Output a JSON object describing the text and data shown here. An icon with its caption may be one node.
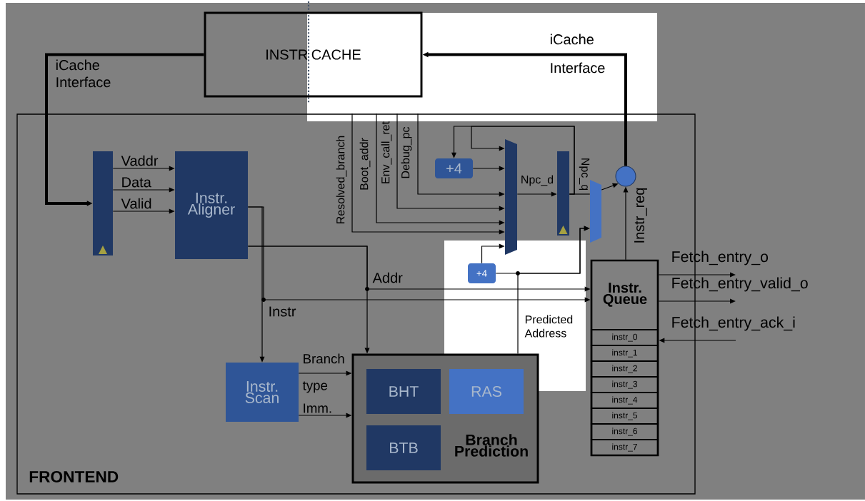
{
  "diagram": {
    "nodes": [
      {
        "text": [
          "INSTR CACHE"
        ]
      },
      {
        "text": [
          "FRONTEND"
        ]
      },
      {
        "text": [],
        "shape": "bar",
        "in": 1
      },
      {
        "text": [
          "Instr. Aligner"
        ],
        "in": 1
      },
      {
        "text": [
          "+4"
        ],
        "in": 1
      },
      {
        "text": [],
        "shape": "trapezoid",
        "in": 1
      },
      {
        "text": [],
        "shape": "bar",
        "in": 1
      },
      {
        "text": [],
        "shape": "trapezoid",
        "in": 1
      },
      {
        "text": [],
        "shape": "circle",
        "in": 1
      },
      {
        "text": [
          "+4"
        ],
        "in": 1
      },
      {
        "text": [
          "Instr. Queue"
        ],
        "in": 1
      },
      {
        "text": [
          "instr_0"
        ],
        "in": 10
      },
      {
        "text": [
          "instr_1"
        ],
        "in": 10
      },
      {
        "text": [
          "instr_2"
        ],
        "in": 10
      },
      {
        "text": [
          "instr_3"
        ],
        "in": 10
      },
      {
        "text": [
          "instr_4"
        ],
        "in": 10
      },
      {
        "text": [
          "instr_5"
        ],
        "in": 10
      },
      {
        "text": [
          "instr_6"
        ],
        "in": 10
      },
      {
        "text": [
          "instr_7"
        ],
        "in": 10
      },
      {
        "text": [
          "Instr. Scan"
        ],
        "in": 1
      },
      {
        "text": [
          "Branch Prediction"
        ],
        "in": 1
      },
      {
        "text": [
          "BHT"
        ],
        "in": 20
      },
      {
        "text": [
          "RAS"
        ],
        "in": 20
      },
      {
        "text": [
          "BTB"
        ],
        "in": 20
      }
    ],
    "edges": [
      {
        "from": 0,
        "to": 2,
        "arrow": "to",
        "label": "iCache Interface",
        "style": "thick"
      },
      {
        "from": 8,
        "to": 0,
        "arrow": "to",
        "label": "iCache Interface",
        "style": "thick"
      },
      {
        "from": 2,
        "to": 3,
        "arrow": "to",
        "label": "Vaddr"
      },
      {
        "from": 2,
        "to": 3,
        "arrow": "to",
        "label": "Data"
      },
      {
        "from": 2,
        "to": 3,
        "arrow": "to",
        "label": "Valid"
      },
      {
        "from": 3,
        "to": 19,
        "arrow": "to",
        "label": "Instr"
      },
      {
        "from": 3,
        "to": 10,
        "arrow": "to"
      },
      {
        "from": 3,
        "to": 20,
        "arrow": "to"
      },
      {
        "from": 3,
        "to": 10,
        "arrow": "to",
        "label": "Addr"
      },
      {
        "from": 19,
        "to": 20,
        "arrow": "to",
        "label": "Branch type"
      },
      {
        "from": 19,
        "to": 20,
        "arrow": "to",
        "label": "Imm."
      },
      {
        "from": 1,
        "to": 5,
        "arrow": "to",
        "label": "Resolved_branch"
      },
      {
        "from": 1,
        "to": 5,
        "arrow": "to",
        "label": "Boot_addr"
      },
      {
        "from": 1,
        "to": 5,
        "arrow": "to",
        "label": "Env_call_ret"
      },
      {
        "from": 1,
        "to": 5,
        "arrow": "to",
        "label": "Debug_pc"
      },
      {
        "from": 4,
        "to": 5,
        "arrow": "to"
      },
      {
        "from": 6,
        "to": 5,
        "arrow": "to"
      },
      {
        "from": 6,
        "to": 4,
        "arrow": "to"
      },
      {
        "from": 5,
        "to": 6,
        "arrow": "to",
        "label": "Npc_d"
      },
      {
        "from": 6,
        "to": 7,
        "arrow": "none",
        "label": "Npc_q"
      },
      {
        "from": 9,
        "to": 5,
        "arrow": "to"
      },
      {
        "from": 9,
        "to": 7,
        "arrow": "to"
      },
      {
        "from": 20,
        "to": 7,
        "arrow": "to",
        "label": "Predicted Address"
      },
      {
        "from": 7,
        "to": 8,
        "arrow": "to"
      },
      {
        "from": 10,
        "to": 8,
        "arrow": "to",
        "label": "Instr_req"
      },
      {
        "from": 10,
        "to": null,
        "arrow": "to",
        "label": "Fetch_entry_o"
      },
      {
        "from": 10,
        "to": null,
        "arrow": "to",
        "label": "Fetch_entry_valid_o"
      },
      {
        "from": null,
        "to": 10,
        "arrow": "to",
        "label": "Fetch_entry_ack_i"
      }
    ]
  }
}
